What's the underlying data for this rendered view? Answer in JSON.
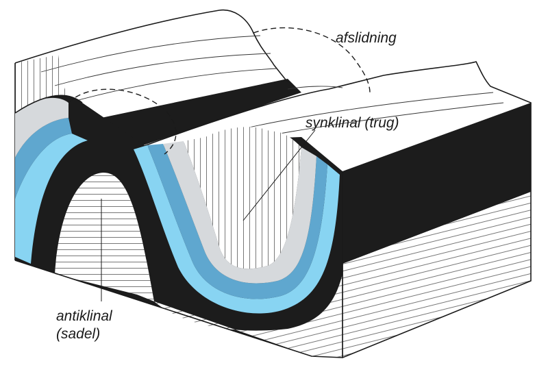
{
  "diagram": {
    "labels": {
      "erosion": "afslidning",
      "syncline": "synklinal (trug)",
      "anticline_line1": "antiklinal",
      "anticline_line2": "(sadel)"
    },
    "colors": {
      "dark_layer": "#1c1c1c",
      "light_blue_layer": "#88d4f2",
      "mid_blue_layer": "#5fa7cf",
      "grey_layer": "#d6d9dc",
      "face_white": "#ffffff",
      "outline": "#1a1a1a"
    }
  }
}
